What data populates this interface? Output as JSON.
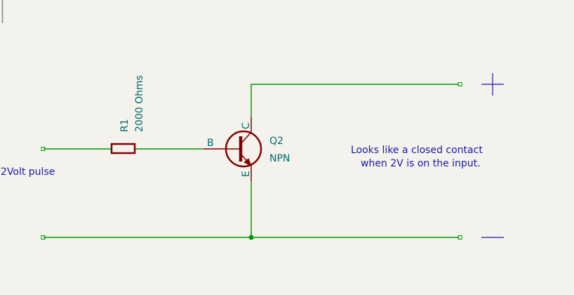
{
  "resistor": {
    "reference": "R1",
    "value": "2000 Ohms"
  },
  "transistor": {
    "reference": "Q2",
    "value": "NPN",
    "pin_b": "B",
    "pin_c": "C",
    "pin_e": "E"
  },
  "labels": {
    "input": "2Volt pulse",
    "note_line1": "Looks like a closed contact",
    "note_line2": "when 2V is on the input."
  },
  "colors": {
    "wire": "#009a00",
    "component": "#840000",
    "field_text": "#006a6a",
    "note_text": "#1a1aa8",
    "background": "#f4f2ec"
  }
}
